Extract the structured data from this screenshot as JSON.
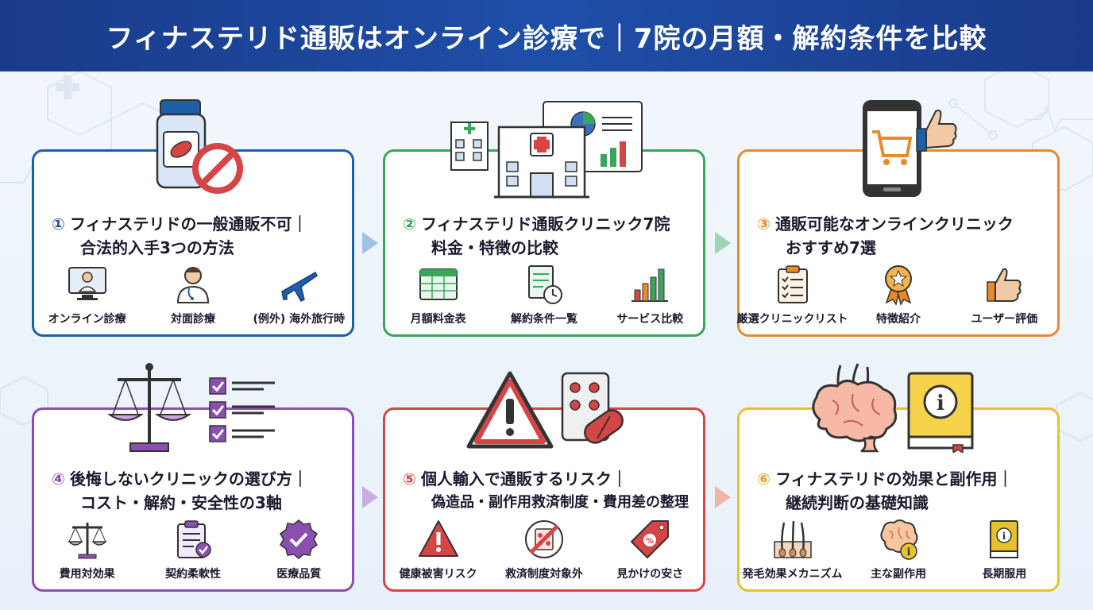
{
  "header": {
    "title": "フィナステリド通販はオンライン診療で｜7院の月額・解約条件を比較"
  },
  "cards": [
    {
      "num": "①",
      "title_line1": "フィナステリドの一般通販不可｜",
      "title_line2": "合法的入手3つの方法",
      "color": "#1e5fa8",
      "items": [
        "オンライン診療",
        "対面診療",
        "(例外) 海外旅行時"
      ],
      "icons": [
        "online-doctor-icon",
        "doctor-icon",
        "airplane-icon"
      ]
    },
    {
      "num": "②",
      "title_line1": "フィナステリド通販クリニック7院",
      "title_line2": "料金・特徴の比較",
      "color": "#3aa65a",
      "items": [
        "月額料金表",
        "解約条件一覧",
        "サービス比較"
      ],
      "icons": [
        "table-icon",
        "document-clock-icon",
        "bar-chart-icon"
      ]
    },
    {
      "num": "③",
      "title_line1": "通販可能なオンラインクリニック",
      "title_line2": "おすすめ7選",
      "color": "#e88a2a",
      "items": [
        "厳選クリニックリスト",
        "特徴紹介",
        "ユーザー評価"
      ],
      "icons": [
        "clipboard-list-icon",
        "award-ribbon-icon",
        "thumbs-up-icon"
      ]
    },
    {
      "num": "④",
      "title_line1": "後悔しないクリニックの選び方｜",
      "title_line2": "コスト・解約・安全性の3軸",
      "color": "#8a4fb0",
      "items": [
        "費用対効果",
        "契約柔軟性",
        "医療品質"
      ],
      "icons": [
        "scale-icon",
        "clipboard-check-icon",
        "quality-badge-icon"
      ]
    },
    {
      "num": "⑤",
      "title_line1": "個人輸入で通販するリスク｜",
      "title_line2": "偽造品・副作用救済制度・費用差の整理",
      "color": "#d64545",
      "items": [
        "健康被害リスク",
        "救済制度対象外",
        "見かけの安さ"
      ],
      "icons": [
        "warning-icon",
        "no-pills-icon",
        "price-tag-icon"
      ]
    },
    {
      "num": "⑥",
      "title_line1": "フィナステリドの効果と副作用｜",
      "title_line2": "継続判断の基礎知識",
      "color": "#e8c22a",
      "items": [
        "発毛効果メカニズム",
        "主な副作用",
        "長期服用"
      ],
      "icons": [
        "hair-follicle-icon",
        "brain-info-icon",
        "book-info-icon"
      ]
    }
  ]
}
